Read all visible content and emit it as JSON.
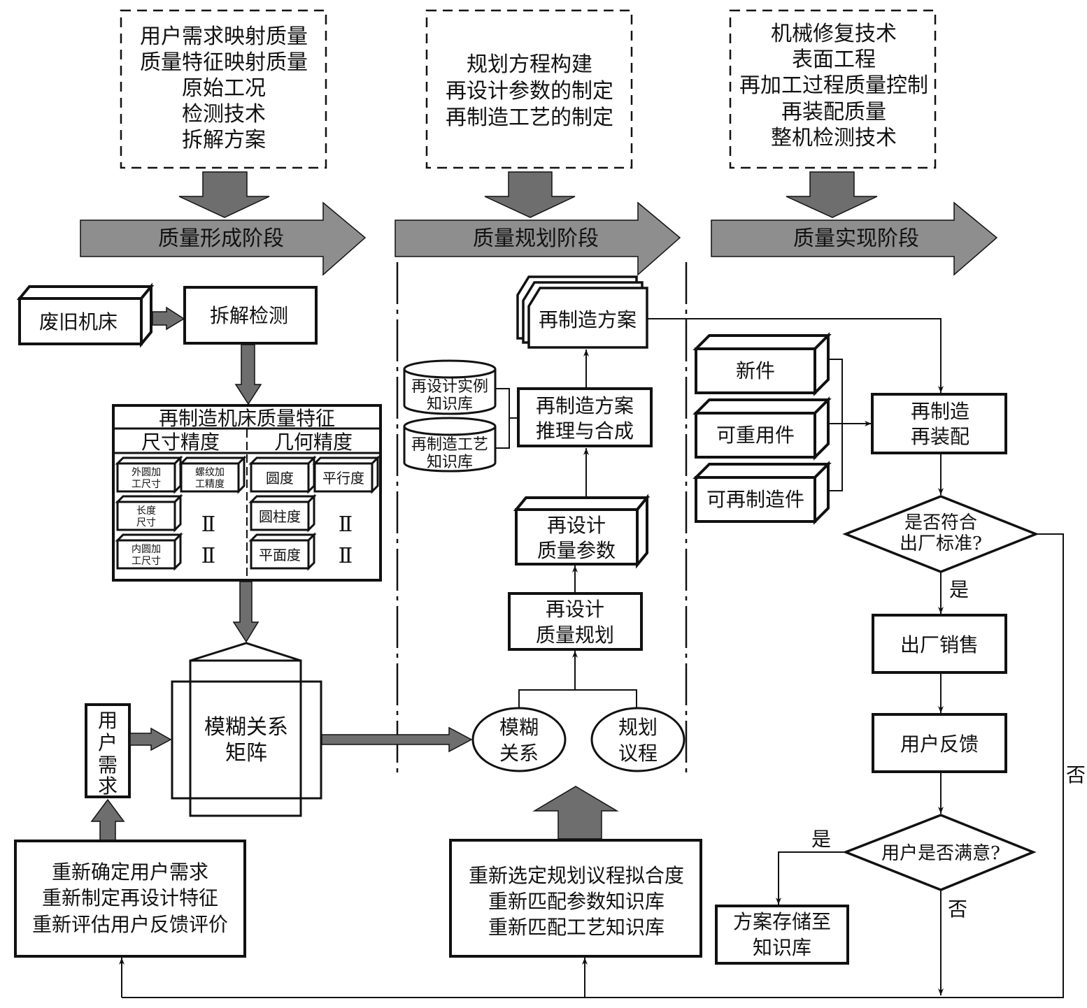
{
  "top_boxes": [
    {
      "lines": [
        "用户需求映射质量",
        "质量特征映射质量",
        "原始工况",
        "检测技术",
        "拆解方案"
      ]
    },
    {
      "lines": [
        "规划方程构建",
        "再设计参数的制定",
        "再制造工艺的制定"
      ]
    },
    {
      "lines": [
        "机械修复技术",
        "表面工程",
        "再加工过程质量控制",
        "再装配质量",
        "整机检测技术"
      ]
    }
  ],
  "stages": [
    "质量形成阶段",
    "质量规划阶段",
    "质量实现阶段"
  ],
  "formation": {
    "old_machine": "废旧机床",
    "disassembly": "拆解检测",
    "feature_title": "再制造机床质量特征",
    "dim_precision": "尺寸精度",
    "geo_precision": "几何精度",
    "dim_items": [
      [
        "外圆加",
        "工尺寸"
      ],
      [
        "螺纹加",
        "工精度"
      ],
      [
        "长度",
        "尺寸"
      ],
      [
        "内圆加",
        "工尺寸"
      ]
    ],
    "geo_items": [
      "圆度",
      "平行度",
      "圆柱度",
      "平面度"
    ],
    "parallel_symbol": "Ⅱ",
    "user_demand": [
      "用",
      "户",
      "需",
      "求"
    ],
    "fuzzy_matrix": [
      "模糊关系",
      "矩阵"
    ],
    "redo_box": [
      "重新确定用户需求",
      "重新制定再设计特征",
      "重新评估用户反馈评价"
    ]
  },
  "planning": {
    "scheme": "再制造方案",
    "db1": [
      "再设计实例",
      "知识库"
    ],
    "db2": [
      "再制造工艺",
      "知识库"
    ],
    "reasoning": [
      "再制造方案",
      "推理与合成"
    ],
    "params": [
      "再设计",
      "质量参数"
    ],
    "qplan": [
      "再设计",
      "质量规划"
    ],
    "fuzzy_rel": [
      "模糊",
      "关系"
    ],
    "agenda": [
      "规划",
      "议程"
    ],
    "redo_box": [
      "重新选定规划议程拟合度",
      "重新匹配参数知识库",
      "重新匹配工艺知识库"
    ]
  },
  "realization": {
    "parts": [
      "新件",
      "可重用件",
      "可再制造件"
    ],
    "reassembly": [
      "再制造",
      "再装配"
    ],
    "check_std": [
      "是否符合",
      "出厂标准?"
    ],
    "yes": "是",
    "no": "否",
    "sale": "出厂销售",
    "feedback": "用户反馈",
    "satisfied": "用户是否满意?",
    "store": [
      "方案存储至",
      "知识库"
    ]
  }
}
